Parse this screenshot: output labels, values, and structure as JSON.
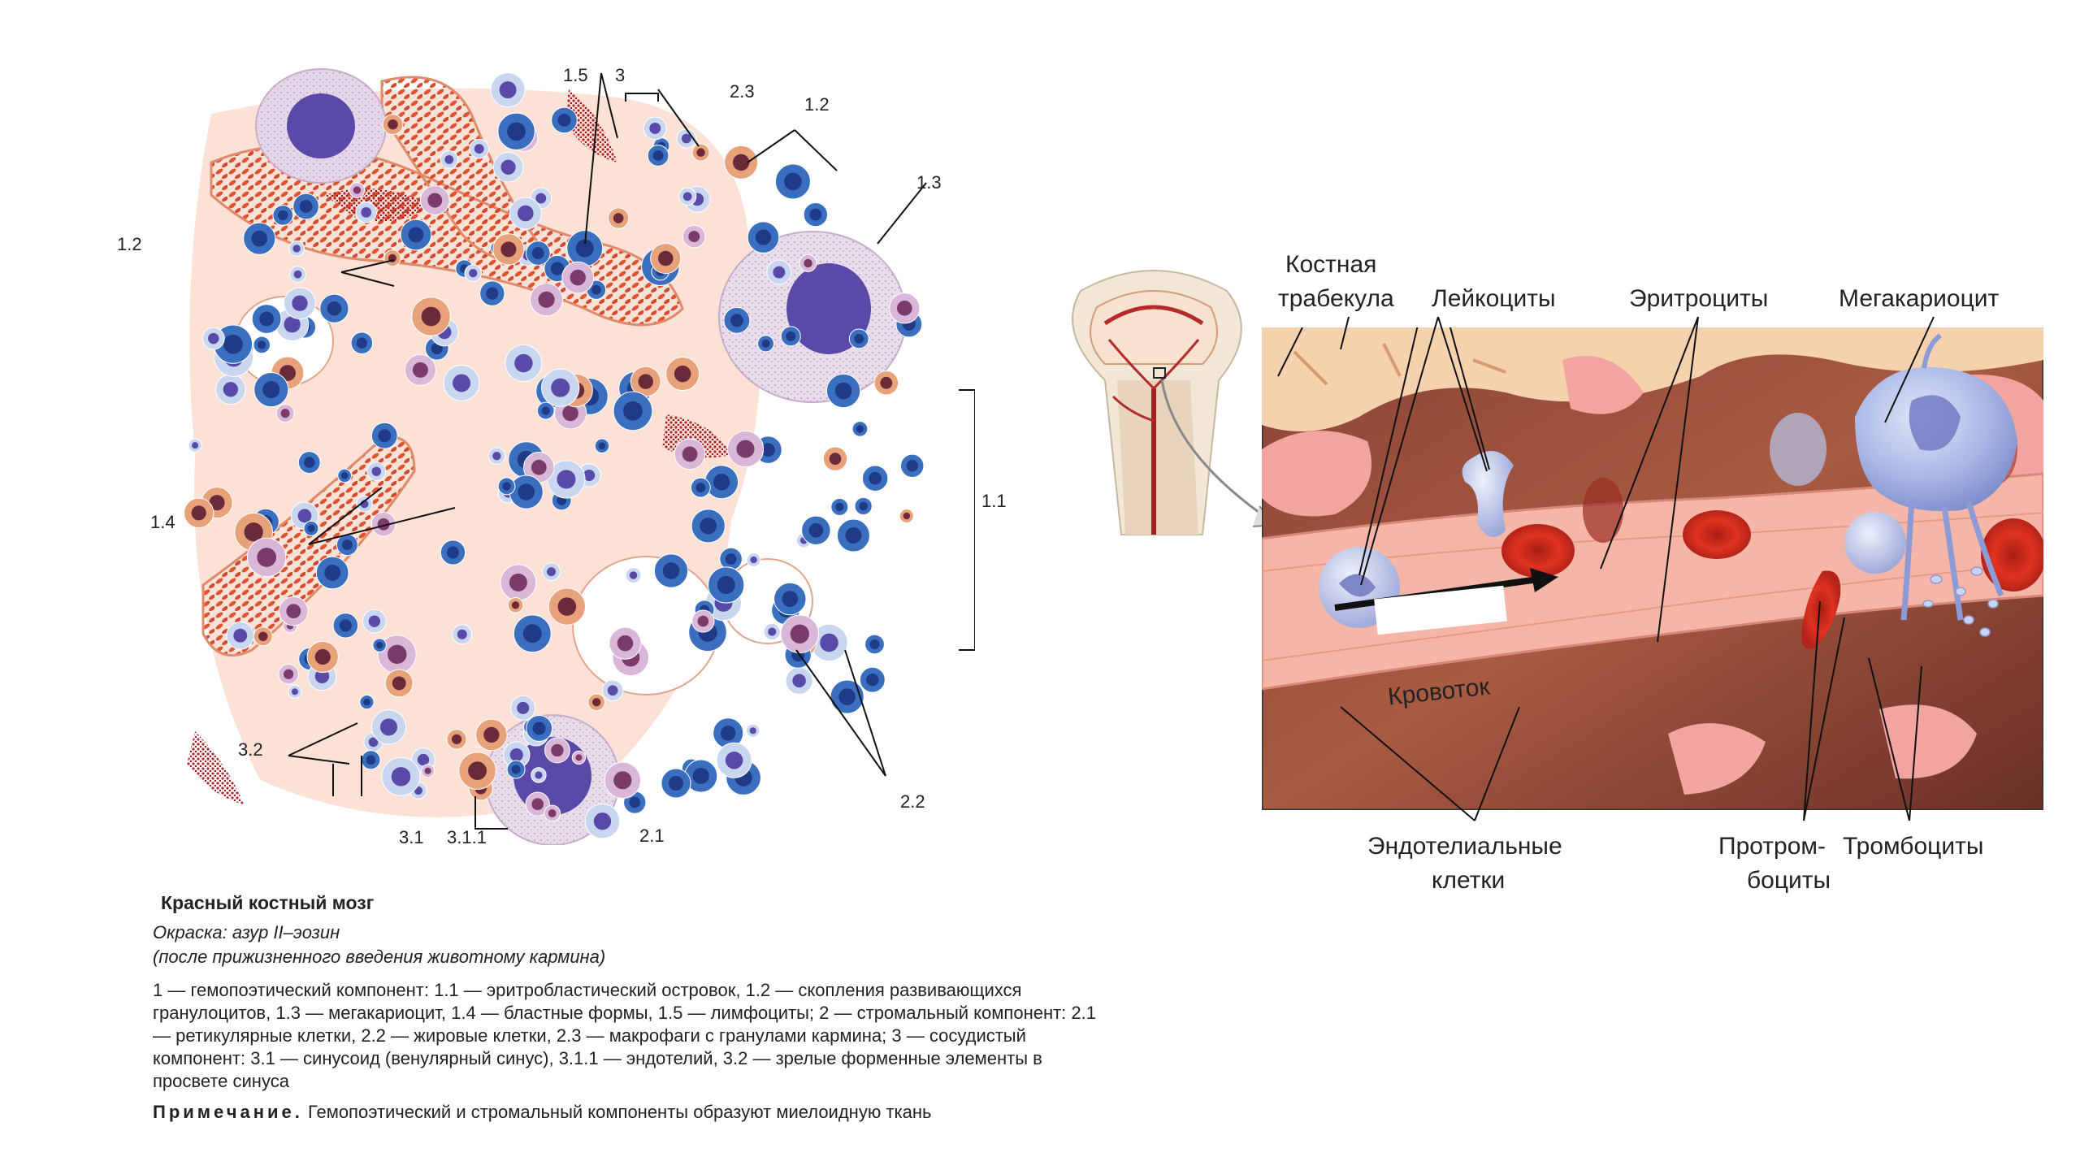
{
  "histology": {
    "labels": {
      "l1_5": "1.5",
      "l3": "3",
      "l2_3": "2.3",
      "l1_2_top": "1.2",
      "l1_3": "1.3",
      "l1_2_left": "1.2",
      "l1_4": "1.4",
      "l1_1": "1.1",
      "l3_2": "3.2",
      "l3_1": "3.1",
      "l3_1_1": "3.1.1",
      "l2_1": "2.1",
      "l2_2": "2.2"
    }
  },
  "caption": {
    "title": "Красный костный мозг",
    "stain_line1": "Окраска: азур II–эозин",
    "stain_line2": "(после прижизненного введения животному кармина)",
    "legend": "1 — гемопоэтический компонент: 1.1 — эритробластический островок, 1.2 — скопления развивающихся гранулоцитов, 1.3 — мегакариоцит, 1.4 — бластные формы, 1.5 — лимфоциты; 2 — стромальный компонент: 2.1 — ретикулярные клетки, 2.2 — жировые клетки, 2.3 — макрофаги с гранулами кармина; 3 — сосудистый компонент: 3.1 — синусоид (венулярный синус), 3.1.1 — эндотелий, 3.2 — зрелые форменные элементы в просвете синуса",
    "note_label": "Примечание.",
    "note_text": " Гемопоэтический и стромальный компоненты образуют миелоидную ткань"
  },
  "illustration": {
    "labels": {
      "trabecula_1": "Костная",
      "trabecula_2": "трабекула",
      "leukocytes": "Лейкоциты",
      "erythrocytes": "Эритроциты",
      "megakaryocyte": "Мегакариоцит",
      "bloodflow": "Кровоток",
      "endothelial_1": "Эндотелиальные",
      "endothelial_2": "клетки",
      "proplatelets_1": "Протром-",
      "proplatelets_2": "боциты",
      "platelets": "Тромбоциты"
    }
  },
  "colors": {
    "erythro_red": "#d8402a",
    "blast_blue": "#3a6fc0",
    "nucleus_purple": "#5a4aa8",
    "stroma_pink": "#f2a68a",
    "carmine": "#b8232a",
    "panel_bg": "#7a3a30"
  }
}
